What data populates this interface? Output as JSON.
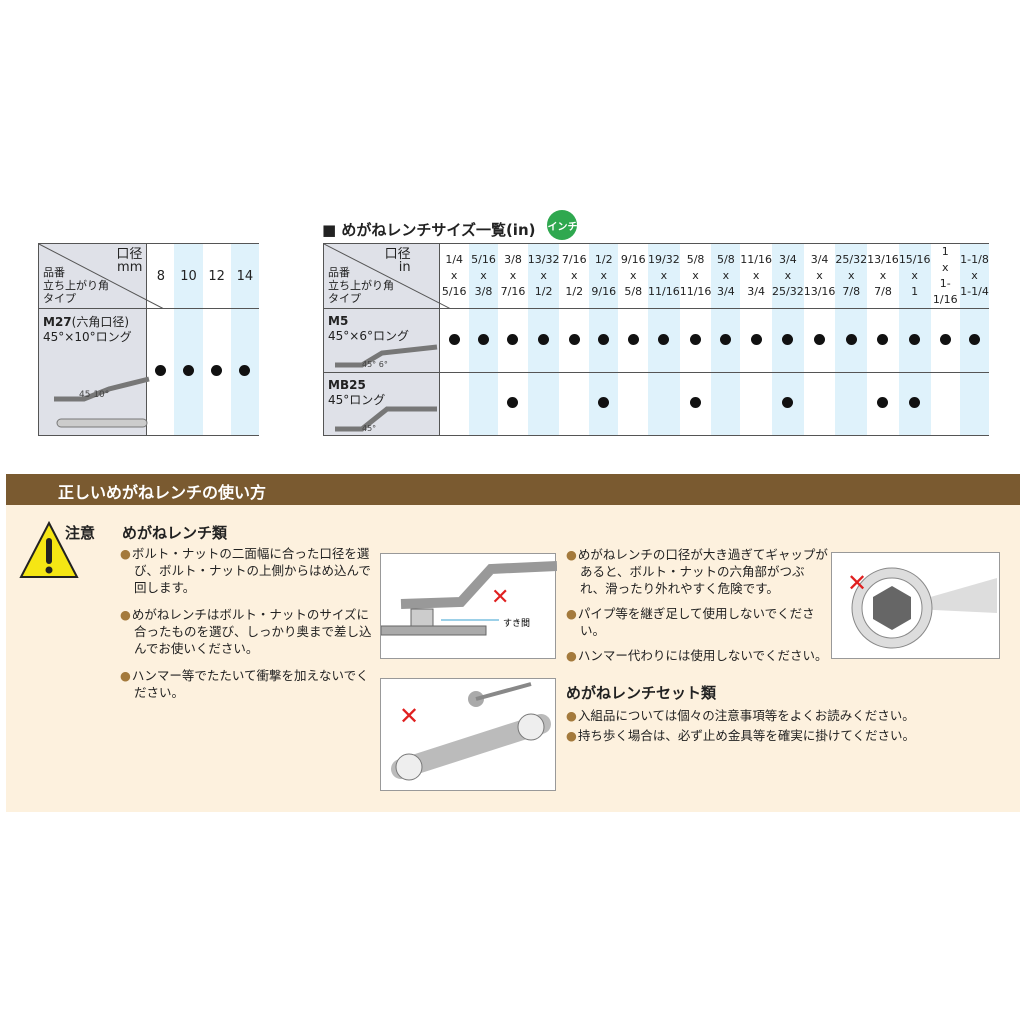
{
  "inch_table": {
    "title": "■ めがねレンチサイズ一覧(in)",
    "badge": "インチ",
    "header_size": "口径",
    "header_unit": "in",
    "header_labels": [
      "品番",
      "立ち上がり角",
      "タイプ"
    ],
    "columns": [
      [
        "1/4",
        "5/16"
      ],
      [
        "5/16",
        "3/8"
      ],
      [
        "3/8",
        "7/16"
      ],
      [
        "13/32",
        "1/2"
      ],
      [
        "7/16",
        "1/2"
      ],
      [
        "1/2",
        "9/16"
      ],
      [
        "9/16",
        "5/8"
      ],
      [
        "19/32",
        "11/16"
      ],
      [
        "5/8",
        "11/16"
      ],
      [
        "5/8",
        "3/4"
      ],
      [
        "11/16",
        "3/4"
      ],
      [
        "3/4",
        "25/32"
      ],
      [
        "3/4",
        "13/16"
      ],
      [
        "25/32",
        "7/8"
      ],
      [
        "13/16",
        "7/8"
      ],
      [
        "15/16",
        "1"
      ],
      [
        "1",
        "1-1/16"
      ],
      [
        "1-1/8",
        "1-1/4"
      ]
    ],
    "rows": [
      {
        "model": "M5",
        "desc": "45°×6°ロング",
        "angle": "45° 6°",
        "avail": [
          1,
          1,
          1,
          1,
          1,
          1,
          1,
          1,
          1,
          1,
          1,
          1,
          1,
          1,
          1,
          1,
          1,
          1
        ]
      },
      {
        "model": "MB25",
        "desc": "45°ロング",
        "angle": "45°",
        "avail": [
          0,
          0,
          1,
          0,
          0,
          1,
          0,
          0,
          1,
          0,
          0,
          1,
          0,
          0,
          1,
          1,
          0,
          0
        ]
      }
    ]
  },
  "mm_table": {
    "header_size": "口径",
    "header_unit": "mm",
    "header_labels": [
      "品番",
      "立ち上がり角",
      "タイプ"
    ],
    "columns": [
      "8",
      "10",
      "12",
      "14"
    ],
    "rows": [
      {
        "model": "M27",
        "model_note": "(六角口径)",
        "desc": "45°×10°ロング",
        "angle": "45 10°",
        "avail": [
          1,
          1,
          1,
          1
        ]
      }
    ]
  },
  "usage": {
    "banner": "正しいめがねレンチの使い方",
    "caution": "注意",
    "heading1": "めがねレンチ類",
    "left_bullets": [
      "ボルト・ナットの二面幅に合った口径を選び、ボルト・ナットの上側からはめ込んで回します。",
      "めがねレンチはボルト・ナットのサイズに合ったものを選び、しっかり奥まで差し込んでお使いください。",
      "ハンマー等でたたいて衝撃を加えないでください。"
    ],
    "gap_label": "すき間",
    "right_bullets": [
      "めがねレンチの口径が大き過ぎてギャップがあると、ボルト・ナットの六角部がつぶれ、滑ったり外れやすく危険です。",
      "パイプ等を継ぎ足して使用しないでください。",
      "ハンマー代わりには使用しないでください。"
    ],
    "heading2": "めがねレンチセット類",
    "set_bullets": [
      "入組品については個々の注意事項等をよくお読みください。",
      "持ち歩く場合は、必ず止め金具等を確実に掛けてください。"
    ],
    "colors": {
      "banner": "#7a5a30",
      "background": "#fdf1de",
      "bullet": "#a47a3c",
      "warning": "#f5e614",
      "cross": "#e02020"
    }
  }
}
